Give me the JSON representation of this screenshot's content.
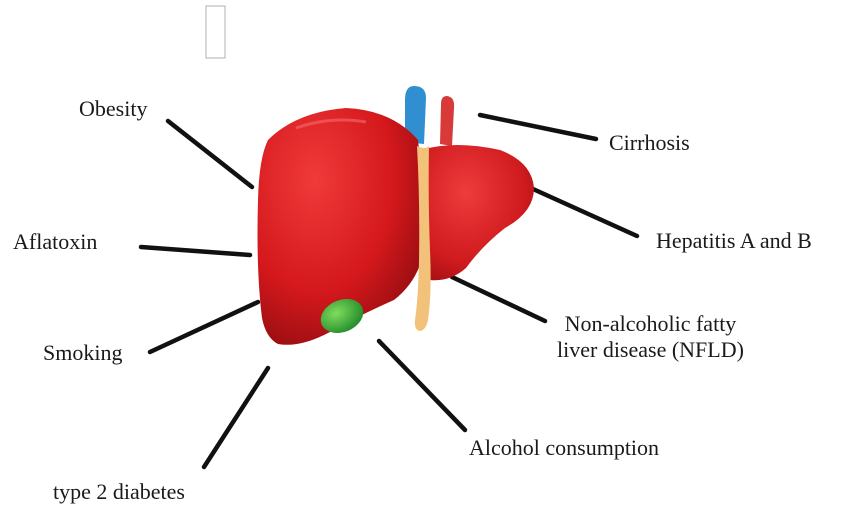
{
  "labels": {
    "obesity": "Obesity",
    "aflatoxin": "Aflatoxin",
    "smoking": "Smoking",
    "type2_diabetes": "type 2 diabetes",
    "alcohol": "Alcohol consumption",
    "nafld_line1": "Non-alcoholic fatty",
    "nafld_line2": "liver disease (NFLD)",
    "hepatitis": "Hepatitis A and B",
    "cirrhosis": "Cirrhosis"
  },
  "colors": {
    "liver": "#d4181c",
    "liver_dark": "#9e0e12",
    "gallbladder": "#3aa63a",
    "portal_vein": "#2f8fd0",
    "artery": "#d83a3a",
    "bile_duct": "#f2c27a",
    "pointer": "#111111"
  }
}
